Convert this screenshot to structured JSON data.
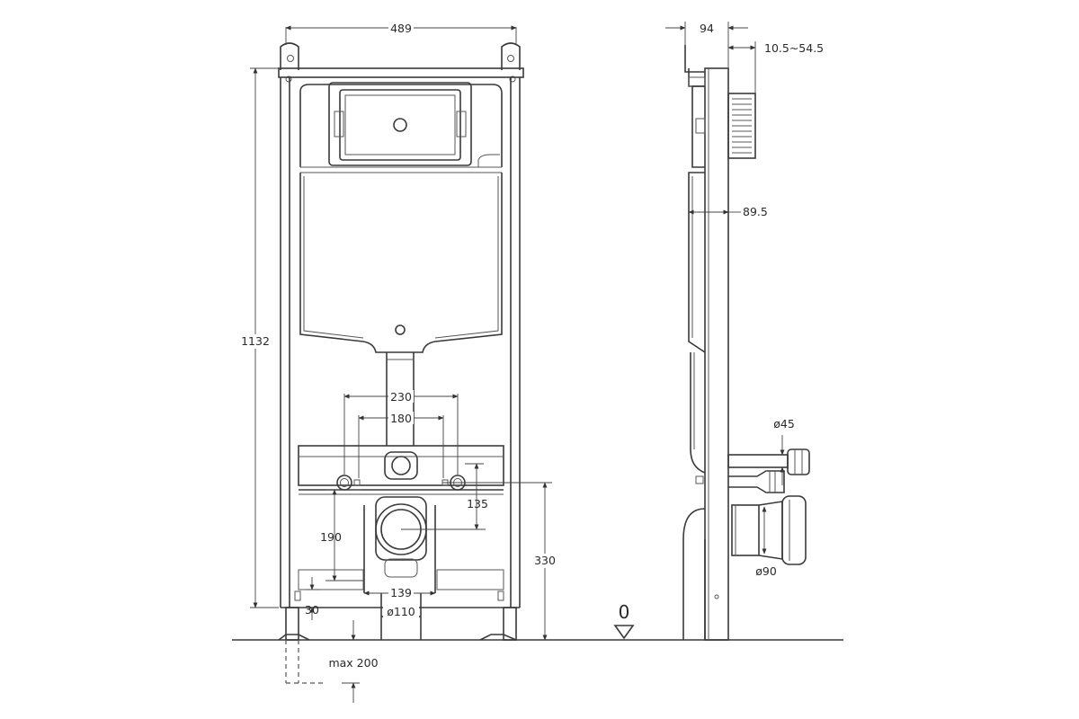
{
  "front_view": {
    "width_dim": "489",
    "height_dim": "1132",
    "studs_outer_dim": "230",
    "studs_inner_dim": "180",
    "stud_height_dim": "135",
    "outlet_height_dim": "190",
    "outlet_width_dim": "139",
    "outlet_diameter_dim": "ø110",
    "foot_dim": "30",
    "outlet_axis_dim": "330",
    "foot_extension_dim": "max 200"
  },
  "floor_level_mark": "0",
  "side_view": {
    "depth_dim": "94",
    "adjust_dim": "10.5~54.5",
    "tank_depth_dim": "89.5",
    "inlet_diameter_dim": "ø45",
    "outlet_diameter_dim": "ø90"
  },
  "colors": {
    "line": "#3a3a3a",
    "background": "#ffffff"
  }
}
